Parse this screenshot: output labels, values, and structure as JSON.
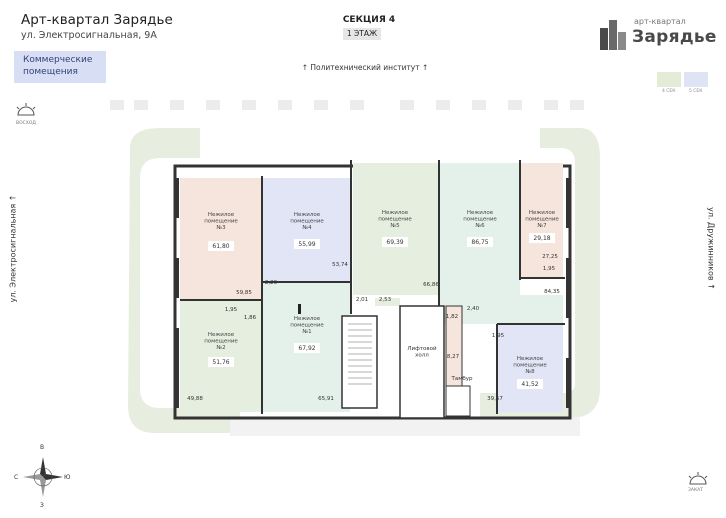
{
  "header": {
    "title": "Арт-квартал Зарядье",
    "address": "ул. Электросигнальная, 9А",
    "badge": "Коммерческие помещения",
    "section": "СЕКЦИЯ 4",
    "floor": "1 ЭТАЖ"
  },
  "logo": {
    "small": "арт-квартал",
    "big": "Зарядье"
  },
  "legend": {
    "items": [
      {
        "label": "4 СЕК",
        "color": "#e4ecd8"
      },
      {
        "label": "5 СЕК",
        "color": "#dfe4f4"
      }
    ]
  },
  "orientation": {
    "north_landmark": "↑ Политехнический институт ↑",
    "street_left": "ул. Электросигнальная ↑",
    "street_right": "ул. Дружинников ↑",
    "sunrise": "ВОСХОД",
    "sunset": "ЗАКАТ",
    "compass": {
      "n": "В",
      "w": "С",
      "e": "Ю",
      "s": "З"
    }
  },
  "units": [
    {
      "id": "3",
      "label": "Нежилое помещение №3",
      "area": "61,80",
      "color": "#f6e5dc"
    },
    {
      "id": "4",
      "label": "Нежилое помещение №4",
      "area": "55,99",
      "color": "#e2e5f6"
    },
    {
      "id": "5",
      "label": "Нежилое помещение №5",
      "area": "69,39",
      "color": "#e6eee0"
    },
    {
      "id": "6",
      "label": "Нежилое помещение №6",
      "area": "86,75",
      "color": "#e4f1ea"
    },
    {
      "id": "7",
      "label": "Нежилое помещение №7",
      "area": "29,18",
      "color": "#f6e5dc"
    },
    {
      "id": "2",
      "label": "Нежилое помещение №2",
      "area": "51,76",
      "color": "#e6eee0"
    },
    {
      "id": "1",
      "label": "Нежилое помещение №1",
      "area": "67,92",
      "color": "#e4f1ea"
    },
    {
      "id": "8",
      "label": "Нежилое помещение №8",
      "area": "41,52",
      "color": "#e2e5f6"
    }
  ],
  "sub_areas": [
    "59,85",
    "1,95",
    "1,86",
    "2,26",
    "53,74",
    "2,01",
    "2,53",
    "66,86",
    "2,40",
    "84,35",
    "27,25",
    "1,95",
    "1,82",
    "8,27",
    "1,95",
    "49,88",
    "65,91",
    "39,57"
  ],
  "service": {
    "lift_hall": "Лифтовой холл",
    "vestibule": "Тамбур"
  }
}
